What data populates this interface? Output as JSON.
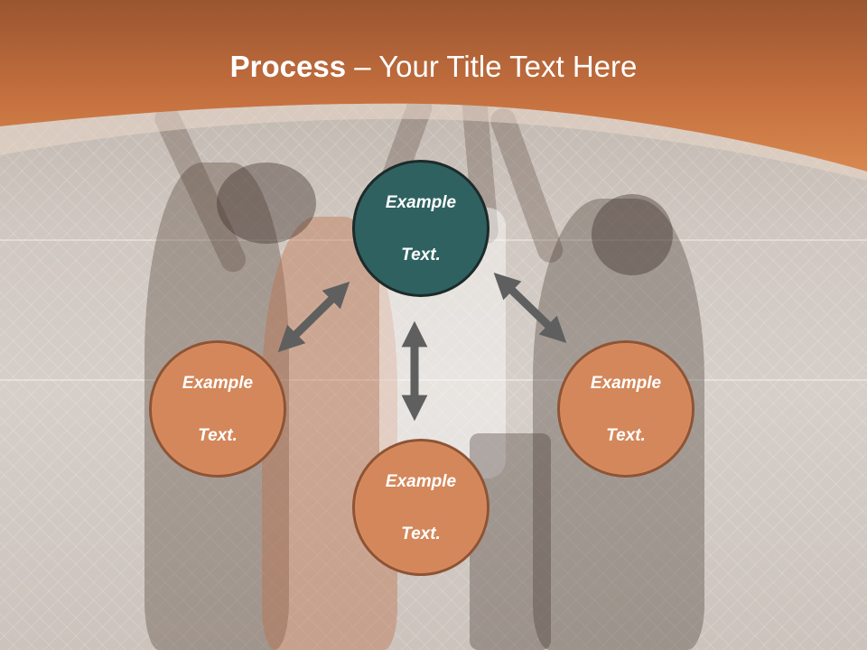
{
  "slide": {
    "title_bold": "Process",
    "title_rest": " – Your Title Text Here"
  },
  "diagram": {
    "nodes": [
      {
        "id": "top",
        "label_line1": "Example",
        "label_line2": "Text.",
        "color": "#2f6161"
      },
      {
        "id": "left",
        "label_line1": "Example",
        "label_line2": "Text.",
        "color": "#d4875a"
      },
      {
        "id": "bottom",
        "label_line1": "Example",
        "label_line2": "Text.",
        "color": "#d4875a"
      },
      {
        "id": "right",
        "label_line1": "Example",
        "label_line2": "Text.",
        "color": "#d4875a"
      }
    ],
    "arrow_color": "#5f5f5f"
  },
  "colors": {
    "header_orange": "#d4804a",
    "header_dark": "#9a5530"
  }
}
